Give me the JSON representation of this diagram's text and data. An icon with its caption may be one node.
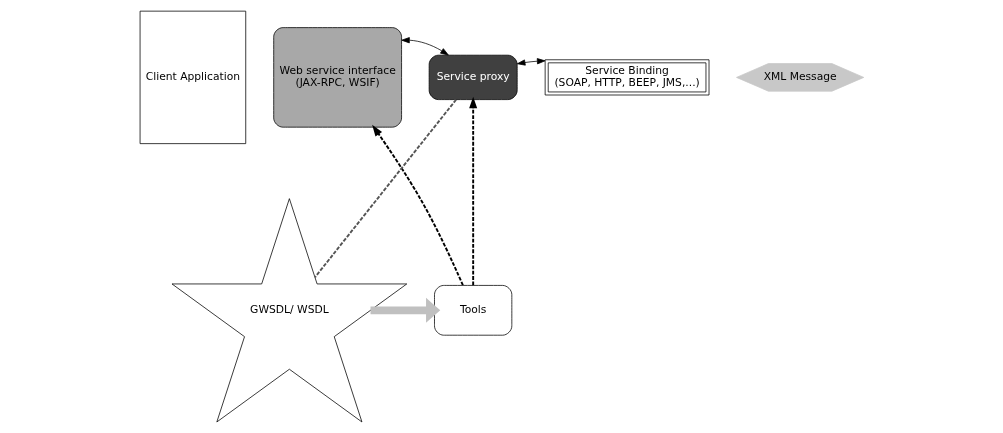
{
  "diagram": {
    "nodes": [
      {
        "text": [
          "Client Application"
        ]
      },
      {
        "text": [
          "Web service interface",
          "(JAX-RPC, WSIF)"
        ]
      },
      {
        "text": [
          "Tools"
        ]
      },
      {
        "text": [
          "GWSDL/ WSDL"
        ]
      },
      {
        "text": [
          "Service proxy"
        ]
      },
      {
        "text": [
          "Service Binding",
          "(SOAP, HTTP, BEEP, JMS,...)"
        ]
      },
      {
        "text": [
          "XML Message"
        ]
      }
    ],
    "edges": [
      {
        "from": 3,
        "to": 2,
        "arrow": "to",
        "style": "thick",
        "color": "#c0c0c0"
      },
      {
        "from": 2,
        "to": 1,
        "arrow": "to",
        "style": "dashed"
      },
      {
        "from": 2,
        "to": 4,
        "arrow": "to",
        "style": "dashed"
      },
      {
        "from": 4,
        "to": 3,
        "arrow": "none",
        "style": "dashed",
        "color": "#555555"
      },
      {
        "from": 1,
        "to": 4,
        "arrow": "both"
      },
      {
        "from": 4,
        "to": 5,
        "arrow": "both"
      }
    ]
  }
}
